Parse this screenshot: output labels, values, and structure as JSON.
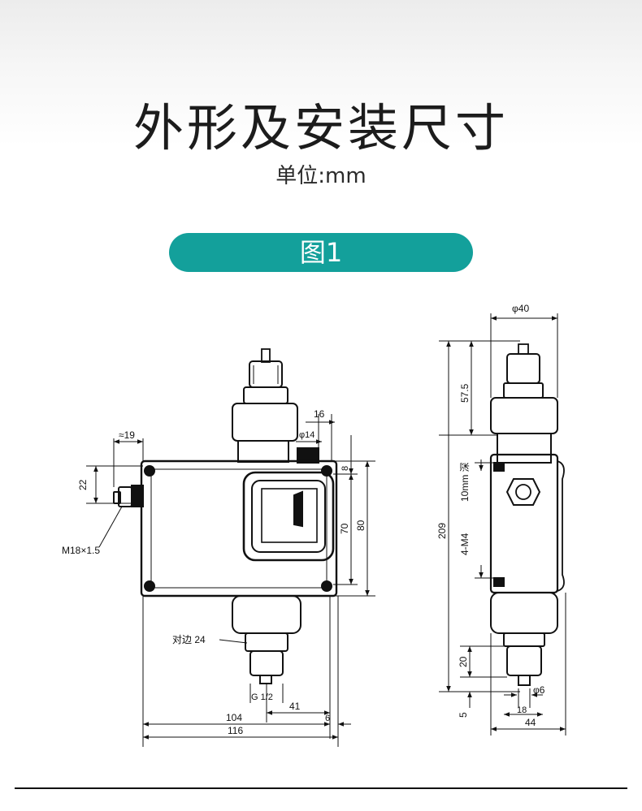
{
  "header": {
    "title": "外形及安装尺寸",
    "unit": "单位:mm",
    "figure_label": "图1"
  },
  "colors": {
    "badge": "#13a09b",
    "line": "#111111"
  },
  "front_view": {
    "dim_19": "≈19",
    "dim_16": "16",
    "dim_phi14": "φ14",
    "dim_22": "22",
    "dim_8": "8",
    "dim_70": "70",
    "dim_80": "80",
    "thread_m18": "M18×1.5",
    "across_flats": "对边 24",
    "thread_g": "G 1/2",
    "dim_41": "41",
    "dim_104": "104",
    "dim_6": "6",
    "dim_116": "116"
  },
  "side_view": {
    "dim_phi40": "φ40",
    "dim_57_5": "57.5",
    "dim_10mm": "10mm 深",
    "dim_209": "209",
    "dim_4m4": "4-M4",
    "dim_20": "20",
    "dim_5": "5",
    "dim_phi6": "φ6",
    "dim_18": "18",
    "dim_44": "44"
  }
}
